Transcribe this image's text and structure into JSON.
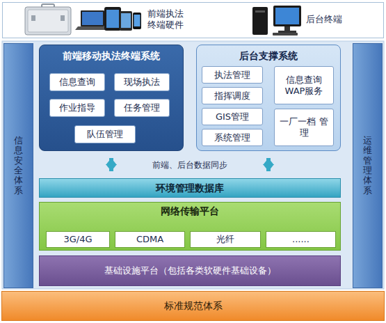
{
  "diagram": {
    "nodes": [
      {
        "text": [
          "前端执法 终端硬件",
          "后台终端"
        ]
      },
      {
        "text": [
          "信息安全体系"
        ]
      },
      {
        "text": [
          "前端移动执法终端系统"
        ]
      },
      {
        "text": [
          "信息查询"
        ],
        "in": 2
      },
      {
        "text": [
          "现场执法"
        ],
        "in": 2
      },
      {
        "text": [
          "作业指导"
        ],
        "in": 2
      },
      {
        "text": [
          "任务管理"
        ],
        "in": 2
      },
      {
        "text": [
          "队伍管理"
        ],
        "in": 2
      },
      {
        "text": [
          "后台支撑系统"
        ]
      },
      {
        "text": [
          "执法管理"
        ],
        "in": 8
      },
      {
        "text": [
          "指挥调度"
        ],
        "in": 8
      },
      {
        "text": [
          "GIS管理"
        ],
        "in": 8
      },
      {
        "text": [
          "系统管理"
        ],
        "in": 8
      },
      {
        "text": [
          "信息查询 WAP服务"
        ],
        "in": 8
      },
      {
        "text": [
          "一厂一档 管理"
        ],
        "in": 8
      },
      {
        "text": [
          "运维管理体系"
        ]
      },
      {
        "text": [
          "环境管理数据库"
        ]
      },
      {
        "text": [
          "网络传输平台"
        ]
      },
      {
        "text": [
          "3G/4G"
        ],
        "in": 17
      },
      {
        "text": [
          "CDMA"
        ],
        "in": 17
      },
      {
        "text": [
          "光纤"
        ],
        "in": 17
      },
      {
        "text": [
          "......"
        ],
        "in": 17
      },
      {
        "text": [
          "基础设施平台（包括各类软硬件基础设备）"
        ]
      },
      {
        "text": [
          "标准规范体系"
        ]
      }
    ],
    "edges": [
      {
        "from": 2,
        "to": 16,
        "arrow": "both"
      },
      {
        "from": 8,
        "to": 16,
        "arrow": "both"
      }
    ],
    "labels": [
      "前端、后台数据同步"
    ]
  }
}
